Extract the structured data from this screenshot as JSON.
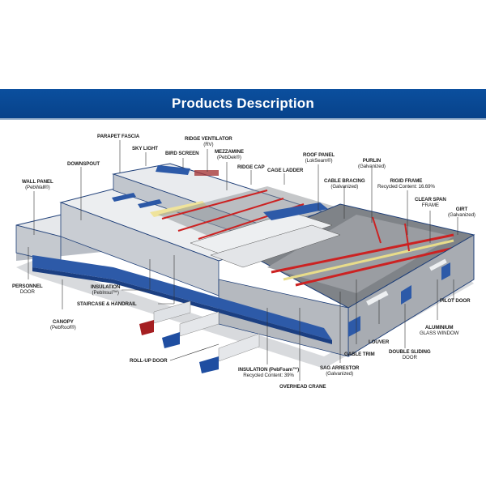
{
  "banner": {
    "title": "Products Description",
    "color": "#07428a"
  },
  "labels": {
    "parapet_fascia": {
      "line1": "PARAPET FASCIA"
    },
    "sky_light": {
      "line1": "SKY LIGHT"
    },
    "ridge_ventilator": {
      "line1": "RIDGE VENTILATOR",
      "line2": "(RV)"
    },
    "bird_screen": {
      "line1": "BIRD SCREEN"
    },
    "mezzanine": {
      "line1": "MEZZAMINE",
      "line2": "(PebDek®)"
    },
    "ridge_cap": {
      "line1": "RIDGE CAP"
    },
    "cage_ladder": {
      "line1": "CAGE LADDER"
    },
    "downspout": {
      "line1": "DOWNSPOUT"
    },
    "wall_panel": {
      "line1": "WALL PANEL",
      "line2": "(PebWall®)"
    },
    "roof_panel": {
      "line1": "ROOF PANEL",
      "line2": "(LokSeam®)"
    },
    "purlin": {
      "line1": "PURLIN",
      "line2": "(Galvanized)"
    },
    "cable_bracing": {
      "line1": "CABLE BRACING",
      "line2": "(Galvanized)"
    },
    "rigid_frame": {
      "line1": "RIGID FRAME",
      "line2": "Recycled Content: 16.69%"
    },
    "clear_span_frame": {
      "line1": "CLEAR SPAN",
      "line2": "FRAME"
    },
    "girt": {
      "line1": "GIRT",
      "line2": "(Galvanized)"
    },
    "personnel_door": {
      "line1": "PERSONNEL",
      "line2": "DOOR"
    },
    "insulation_pebinsul": {
      "line1": "INSULATION",
      "line2": "(PebInsul™)"
    },
    "staircase_handrail": {
      "line1": "STAIRCASE & HANDRAIL"
    },
    "canopy": {
      "line1": "CANOPY",
      "line2": "(PebRoof®)"
    },
    "pilot_door": {
      "line1": "PILOT DOOR"
    },
    "aluminium_glass_window": {
      "line1": "ALUMINIUM",
      "line2": "GLASS WINDOW"
    },
    "louver": {
      "line1": "LOUVER"
    },
    "gable_trim": {
      "line1": "GABLE TRIM"
    },
    "double_sliding_door": {
      "line1": "DOUBLE SLIDING",
      "line2": "DOOR"
    },
    "roll_up_door": {
      "line1": "ROLL-UP DOOR"
    },
    "insulation_pebfoam": {
      "line1": "INSULATION (PebFoam™)",
      "line2": "Recycled Content: 39%"
    },
    "sag_arrestor": {
      "line1": "SAG ARRESTOR",
      "line2": "(Galvanized)"
    },
    "overhead_crane": {
      "line1": "OVERHEAD CRANE"
    }
  }
}
